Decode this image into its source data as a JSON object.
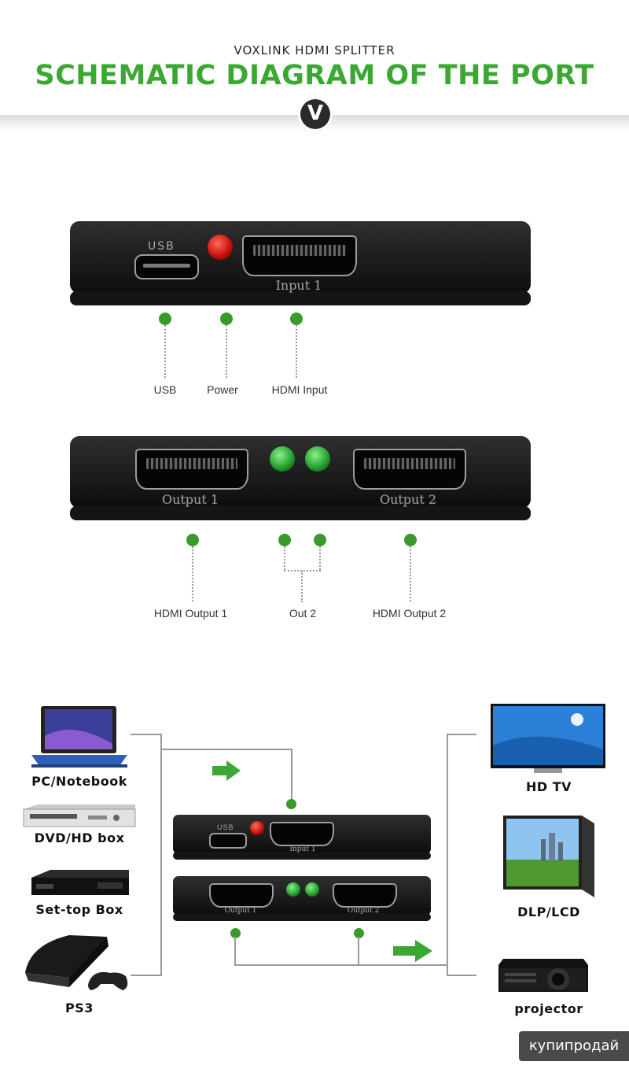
{
  "header": {
    "brand": "VOXLINK HDMI SPLITTER",
    "title": "SCHEMATIC DIAGRAM OF THE PORT",
    "logo_letter": "V",
    "title_color": "#3aa832"
  },
  "input_panel": {
    "usb_port_label": "USB",
    "hdmi_port_label": "Input 1",
    "callouts": [
      "USB",
      "Power",
      "HDMI Input"
    ]
  },
  "output_panel": {
    "port1_label": "Output 1",
    "port2_label": "Output 2",
    "callouts": [
      "HDMI Output 1",
      "Out 2",
      "HDMI Output 2"
    ]
  },
  "connection": {
    "sources": [
      "PC/Notebook",
      "DVD/HD box",
      "Set-top Box",
      "PS3"
    ],
    "displays": [
      "HD TV",
      "DLP/LCD",
      "projector"
    ],
    "mini_usb_label": "USB",
    "mini_input_label": "Input 1",
    "mini_output1_label": "Output 1",
    "mini_output2_label": "Output 2"
  },
  "colors": {
    "accent_green": "#3aa832",
    "dot_green": "#3a9a2b",
    "device_black": "#141414",
    "led_red": "#d0150a"
  },
  "watermark": "купипродай"
}
